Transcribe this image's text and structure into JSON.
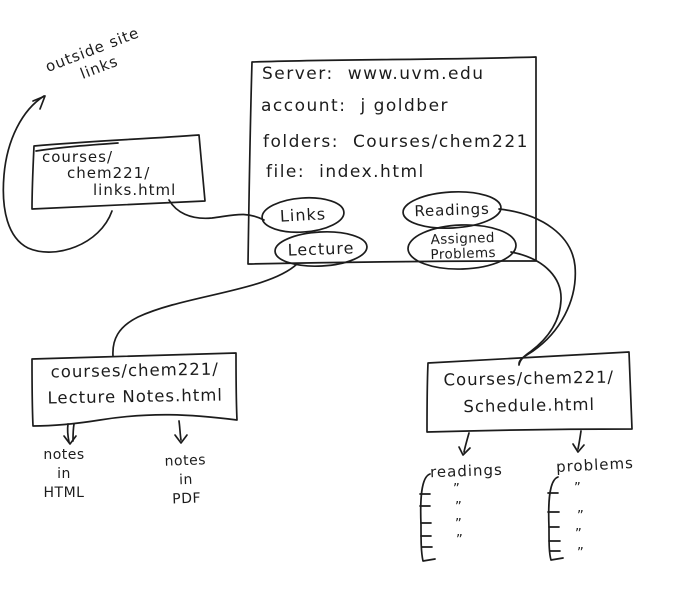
{
  "colors": {
    "ink": "#1c1c1c",
    "background": "#ffffff"
  },
  "outside_links": {
    "line1": "outside site",
    "line2": "links"
  },
  "links_page_box": {
    "line1": "courses/",
    "line2": "chem221/",
    "line3": "links.html"
  },
  "server_box": {
    "rows": [
      {
        "label": "Server:",
        "value": "www.uvm.edu"
      },
      {
        "label": "account:",
        "value": "j goldber"
      },
      {
        "label": "folders:",
        "value": "Courses/chem221"
      },
      {
        "label": "file:",
        "value": "index.html"
      }
    ],
    "links_oval": "Links",
    "lecture_oval": "Lecture",
    "readings_oval": "Readings",
    "assigned_oval": {
      "line1": "Assigned",
      "line2": "Problems"
    }
  },
  "lecture_notes_box": {
    "line1": "courses/chem221/",
    "line2": "Lecture Notes.html"
  },
  "notes_html_label": {
    "line1": "notes",
    "line2": "in",
    "line3": "HTML"
  },
  "notes_pdf_label": {
    "line1": "notes",
    "line2": "in",
    "line3": "PDF"
  },
  "schedule_box": {
    "line1": "Courses/chem221/",
    "line2": "Schedule.html"
  },
  "readings_list": {
    "label": "readings",
    "dittos": [
      "”",
      "”",
      "”",
      "”"
    ]
  },
  "problems_list": {
    "label": "problems",
    "dittos": [
      "”",
      "”",
      "”",
      "”"
    ]
  }
}
